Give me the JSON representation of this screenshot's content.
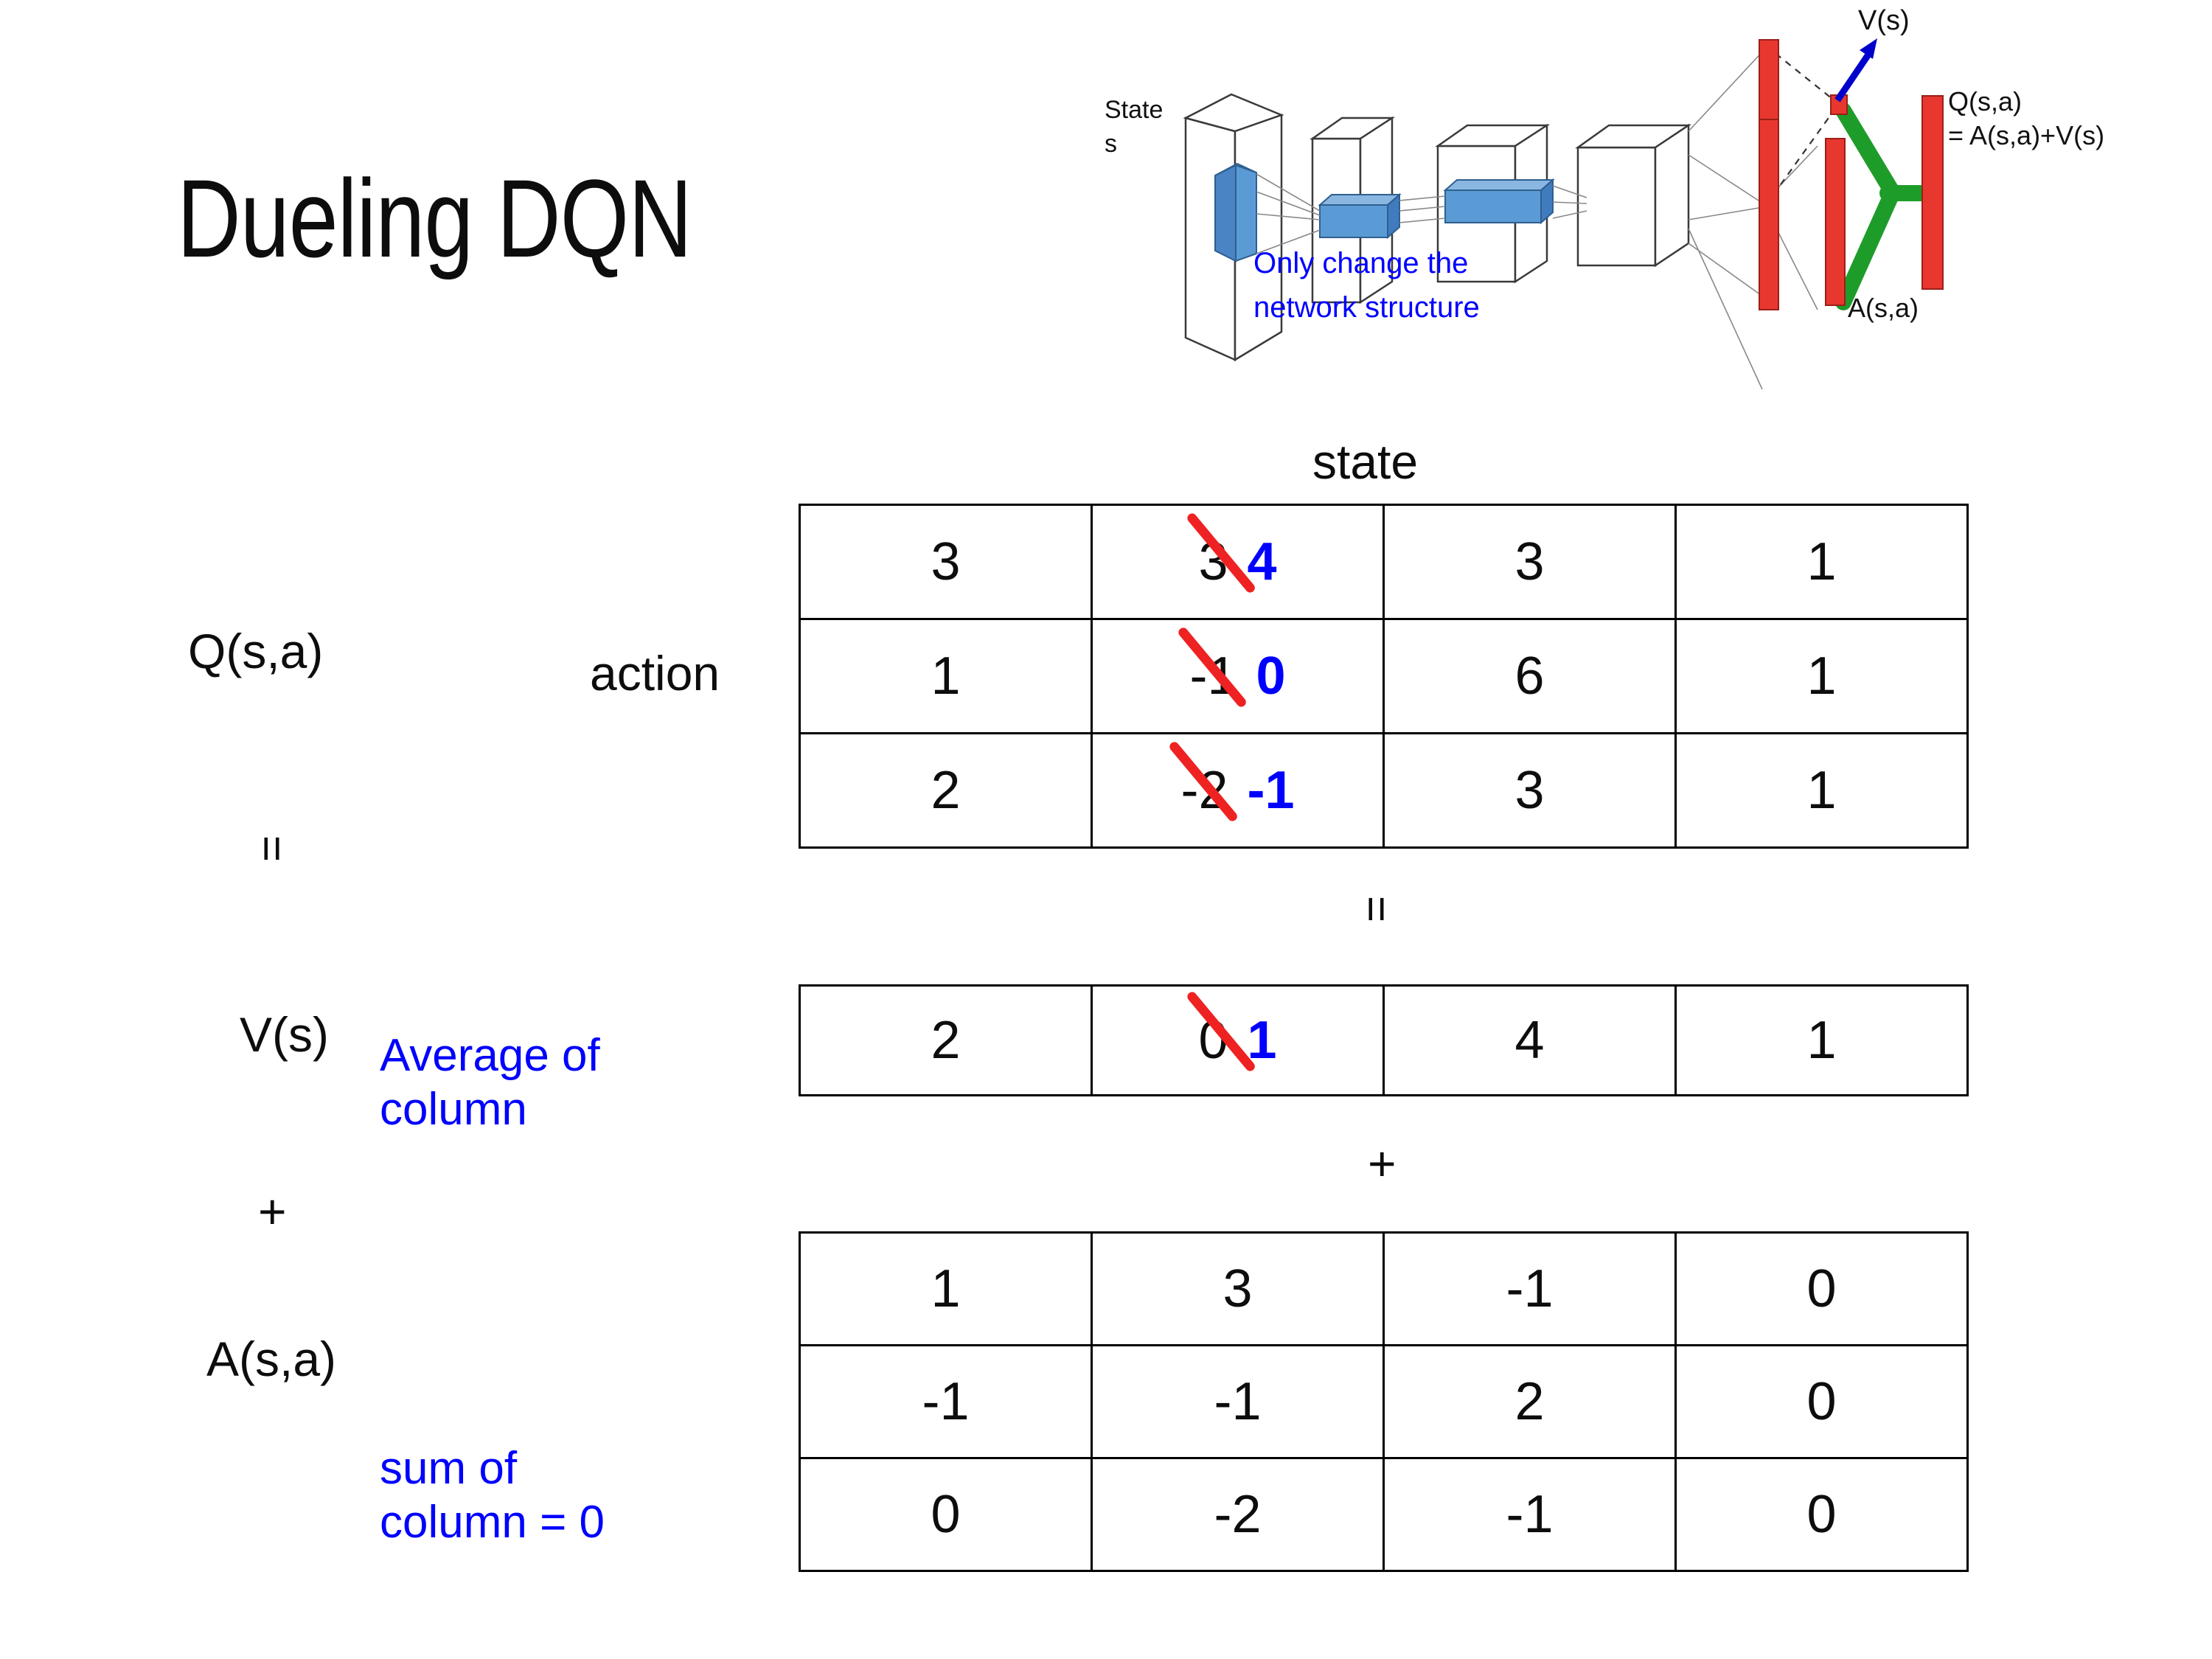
{
  "title": "Dueling DQN",
  "diagram": {
    "state_label_line1": "State",
    "state_label_line2": "s",
    "note": "Only change the\nnetwork structure",
    "note_line1": "Only change the",
    "note_line2": "network structure",
    "v_output": "V(s)",
    "a_output": "A(s,a)",
    "q_output_line1": "Q(s,a)",
    "q_output_line2": "= A(s,a)+V(s)",
    "colors": {
      "note": "#0000ff",
      "arrow": "#0000cc",
      "bars": "#e8372f",
      "merge": "#1e9c2a",
      "filters": "#5b9bd5"
    }
  },
  "labels": {
    "state": "state",
    "action": "action",
    "q": "Q(s,a)",
    "v": "V(s)",
    "a": "A(s,a)",
    "equals_left": "=",
    "equals_mid": "=",
    "plus_left": "+",
    "plus_mid": "+",
    "average_note_line1": "Average of",
    "average_note_line2": "column",
    "sum_note_line1": "sum of",
    "sum_note_line2": "column = 0"
  },
  "colors": {
    "annotation_blue": "#0000ff",
    "strike_red": "#ee2222",
    "text_black": "#0d0d0d"
  },
  "chart_data": {
    "type": "table",
    "title": "Dueling DQN value decomposition",
    "xlabel": "state",
    "ylabel": "action",
    "tables": [
      {
        "name": "Q(s,a)",
        "rows": [
          [
            {
              "value": "3"
            },
            {
              "value": "3",
              "struck": true,
              "replacement": "4"
            },
            {
              "value": "3"
            },
            {
              "value": "1"
            }
          ],
          [
            {
              "value": "1"
            },
            {
              "value": "-1",
              "struck": true,
              "replacement": "0"
            },
            {
              "value": "6"
            },
            {
              "value": "1"
            }
          ],
          [
            {
              "value": "2"
            },
            {
              "value": "-2",
              "struck": true,
              "replacement": "-1"
            },
            {
              "value": "3"
            },
            {
              "value": "1"
            }
          ]
        ]
      },
      {
        "name": "V(s)",
        "rows": [
          [
            {
              "value": "2"
            },
            {
              "value": "0",
              "struck": true,
              "replacement": "1"
            },
            {
              "value": "4"
            },
            {
              "value": "1"
            }
          ]
        ]
      },
      {
        "name": "A(s,a)",
        "rows": [
          [
            {
              "value": "1"
            },
            {
              "value": "3"
            },
            {
              "value": "-1"
            },
            {
              "value": "0"
            }
          ],
          [
            {
              "value": "-1"
            },
            {
              "value": "-1"
            },
            {
              "value": "2"
            },
            {
              "value": "0"
            }
          ],
          [
            {
              "value": "0"
            },
            {
              "value": "-2"
            },
            {
              "value": "-1"
            },
            {
              "value": "0"
            }
          ]
        ]
      }
    ]
  }
}
